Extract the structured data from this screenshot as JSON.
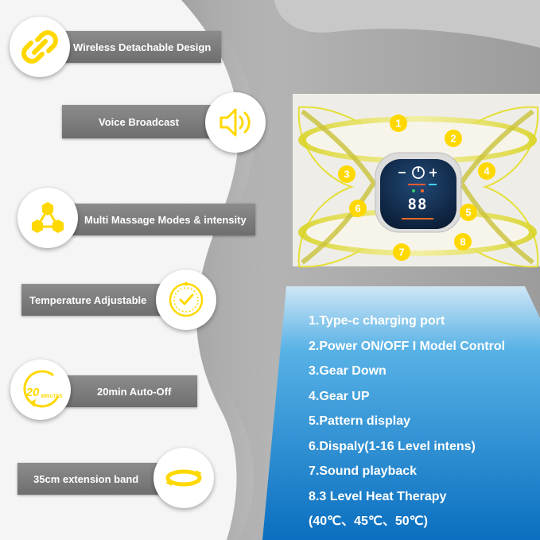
{
  "features": [
    {
      "label": "Wireless Detachable Design",
      "icon": "link-icon"
    },
    {
      "label": "Voice Broadcast",
      "icon": "speaker-icon"
    },
    {
      "label": "Multi Massage Modes & intensity",
      "icon": "molecule-icon"
    },
    {
      "label": "Temperature Adjustable",
      "icon": "thermostat-dial-icon"
    },
    {
      "label": "20min Auto-Off",
      "icon": "timer-20-minutes-icon",
      "icon_text_number": "20",
      "icon_text_unit": "MINUTES"
    },
    {
      "label": "35cm extension band",
      "icon": "band-loop-icon"
    }
  ],
  "device": {
    "display_digits": "88",
    "markers": [
      "1",
      "2",
      "3",
      "4",
      "5",
      "6",
      "7",
      "8"
    ]
  },
  "legend": [
    "1.Type-c charging port",
    "2.Power ON/OFF I Model Control",
    "3.Gear Down",
    "4.Gear UP",
    "5.Pattern display",
    "6.Dispaly(1-16 Level intens)",
    "7.Sound playback",
    "8.3 Level Heat Therapy",
    "(40℃、45℃、50℃)"
  ],
  "colors": {
    "accent_yellow": "#ffd800",
    "bar_gray": "#7d7d7d",
    "legend_blue": "#0e7fd0",
    "wave_gray": "#9a9a9a"
  }
}
